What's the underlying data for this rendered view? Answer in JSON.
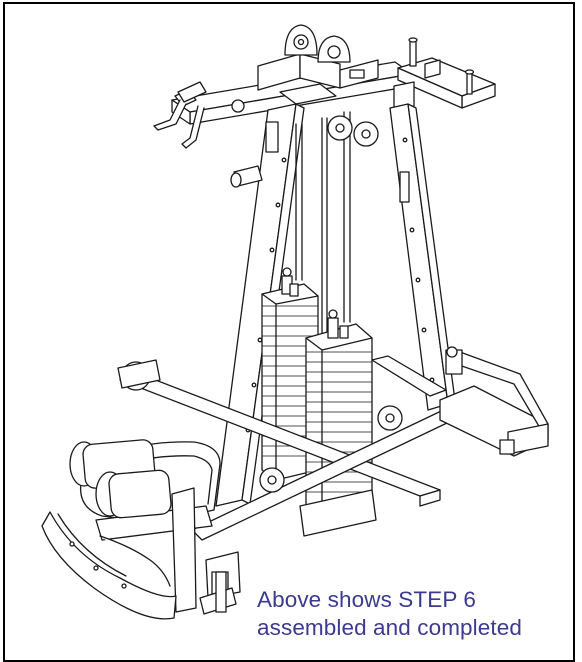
{
  "illustration": {
    "subject": "home-gym-machine-line-drawing",
    "stroke_color": "#1a1a1a",
    "fill_color": "#ffffff"
  },
  "caption": {
    "line1": "Above shows STEP 6",
    "line2": "assembled and completed",
    "color": "#3c3a90"
  }
}
